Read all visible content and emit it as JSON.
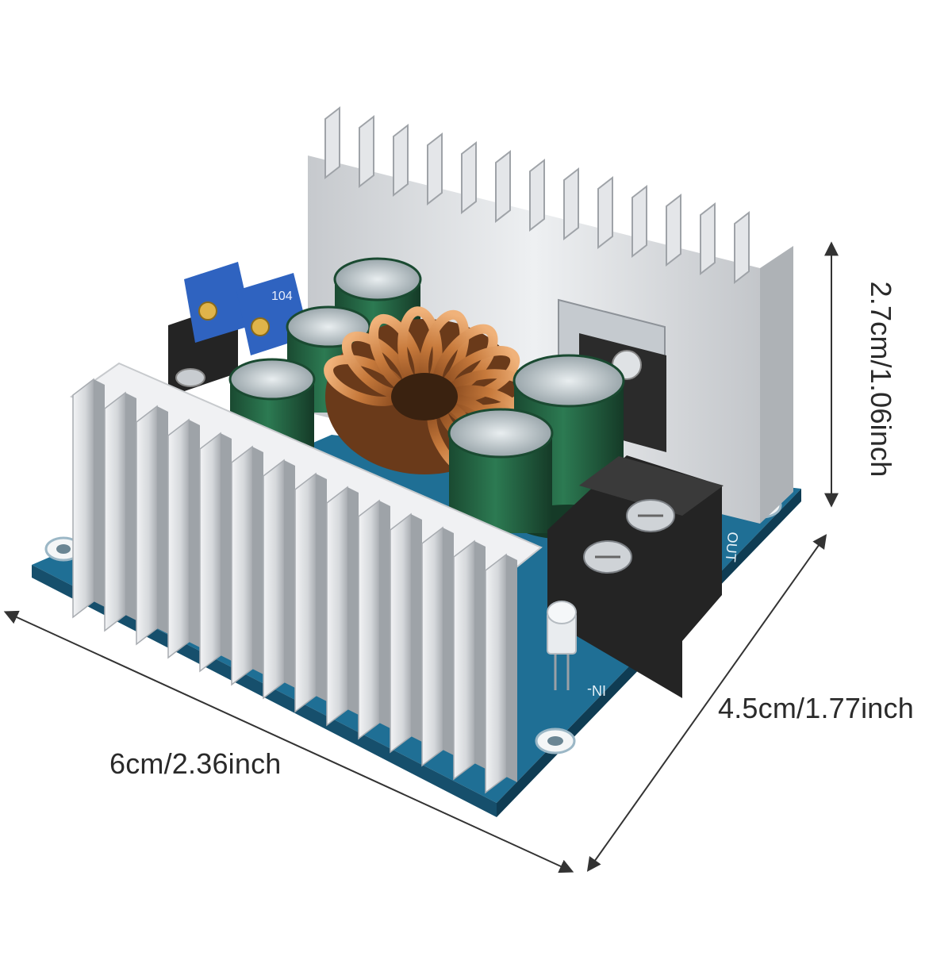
{
  "dimensions": {
    "width": "6cm/2.36inch",
    "depth": "4.5cm/1.77inch",
    "height": "2.7cm/1.06inch"
  },
  "board_markings": {
    "input": "IN-",
    "output": "OUT",
    "trimmer": "104"
  },
  "colors": {
    "pcb": "#1f6f95",
    "heatsink": "#d7d9dc",
    "capacitor": "#1f5a3c",
    "copper": "#c77a3c",
    "terminal": "#242424",
    "trimmer": "#2f63c0"
  }
}
